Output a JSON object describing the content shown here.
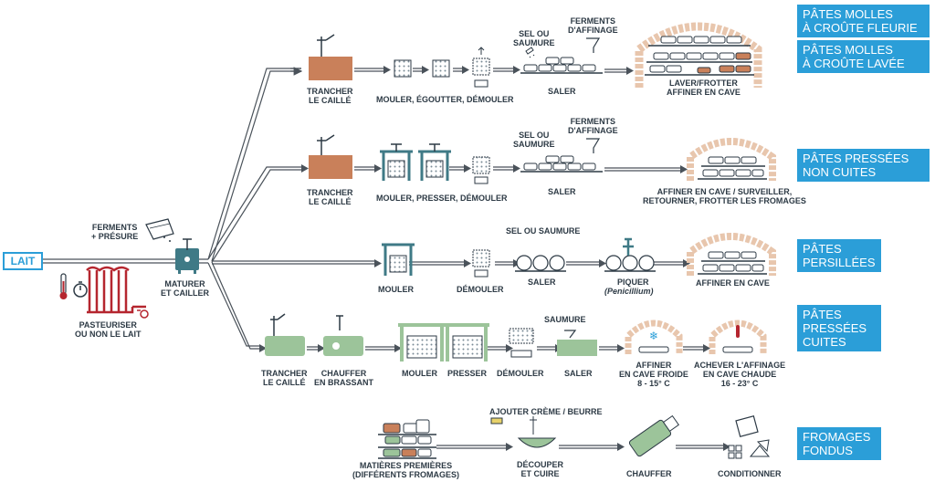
{
  "start": {
    "lait": "LAIT"
  },
  "common": {
    "ferments_presure": "FERMENTS\n+ PRÉSURE",
    "pasteuriser": "PASTEURISER\nOU NON LE LAIT",
    "maturer": "MATURER\nET CAILLER"
  },
  "row1": {
    "trancher": "TRANCHER\nLE CAILLÉ",
    "mouler": "MOULER, ÉGOUTTER, DÉMOULER",
    "sel": "SEL OU\nSAUMURE",
    "ferments": "FERMENTS\nD'AFFINAGE",
    "saler": "SALER",
    "affiner": "LAVER/FROTTER\nAFFINER EN CAVE"
  },
  "row2": {
    "trancher": "TRANCHER\nLE CAILLÉ",
    "mouler": "MOULER, PRESSER, DÉMOULER",
    "sel": "SEL OU\nSAUMURE",
    "ferments": "FERMENTS\nD'AFFINAGE",
    "saler": "SALER",
    "affiner": "AFFINER EN CAVE / SURVEILLER,\nRETOURNER, FROTTER LES FROMAGES"
  },
  "row3": {
    "mouler": "MOULER",
    "demouler": "DÉMOULER",
    "sel": "SEL OU SAUMURE",
    "saler": "SALER",
    "piquer": "PIQUER",
    "penicillium": "(Penicillium)",
    "affiner": "AFFINER EN CAVE"
  },
  "row4": {
    "trancher": "TRANCHER\nLE CAILLÉ",
    "chauffer": "CHAUFFER\nEN BRASSANT",
    "mouler": "MOULER",
    "presser": "PRESSER",
    "demouler": "DÉMOULER",
    "saumure": "SAUMURE",
    "saler": "SALER",
    "affiner_froide": "AFFINER\nEN CAVE FROIDE\n8 - 15° C",
    "achever": "ACHEVER L'AFFINAGE\nEN CAVE CHAUDE\n16 - 23° C"
  },
  "row5": {
    "matieres": "MATIÈRES PREMIÈRES\n(DIFFÉRENTS FROMAGES)",
    "ajouter": "AJOUTER CRÈME / BEURRE",
    "decouper": "DÉCOUPER\nET CUIRE",
    "chauffer": "CHAUFFER",
    "conditionner": "CONDITIONNER"
  },
  "categories": {
    "molles_fleurie": "PÂTES MOLLES\nÀ CROÛTE FLEURIE",
    "molles_lavee": "PÂTES MOLLES\nÀ CROÛTE LAVÉE",
    "pressees_non_cuites": "PÂTES PRESSÉES\nNON CUITES",
    "persillees": "PÂTES\nPERSILLÉES",
    "pressees_cuites": "PÂTES\nPRESSÉES\nCUITES",
    "fondus": "FROMAGES\nFONDUS"
  },
  "colors": {
    "accent": "#2b9ed8",
    "text": "#2d3a45",
    "brown_vat": "#c9805a",
    "green_vat": "#9cc49a",
    "press_teal": "#3f7a86",
    "cave_brick": "#e8c6ad",
    "thermo_red": "#b5262f"
  }
}
